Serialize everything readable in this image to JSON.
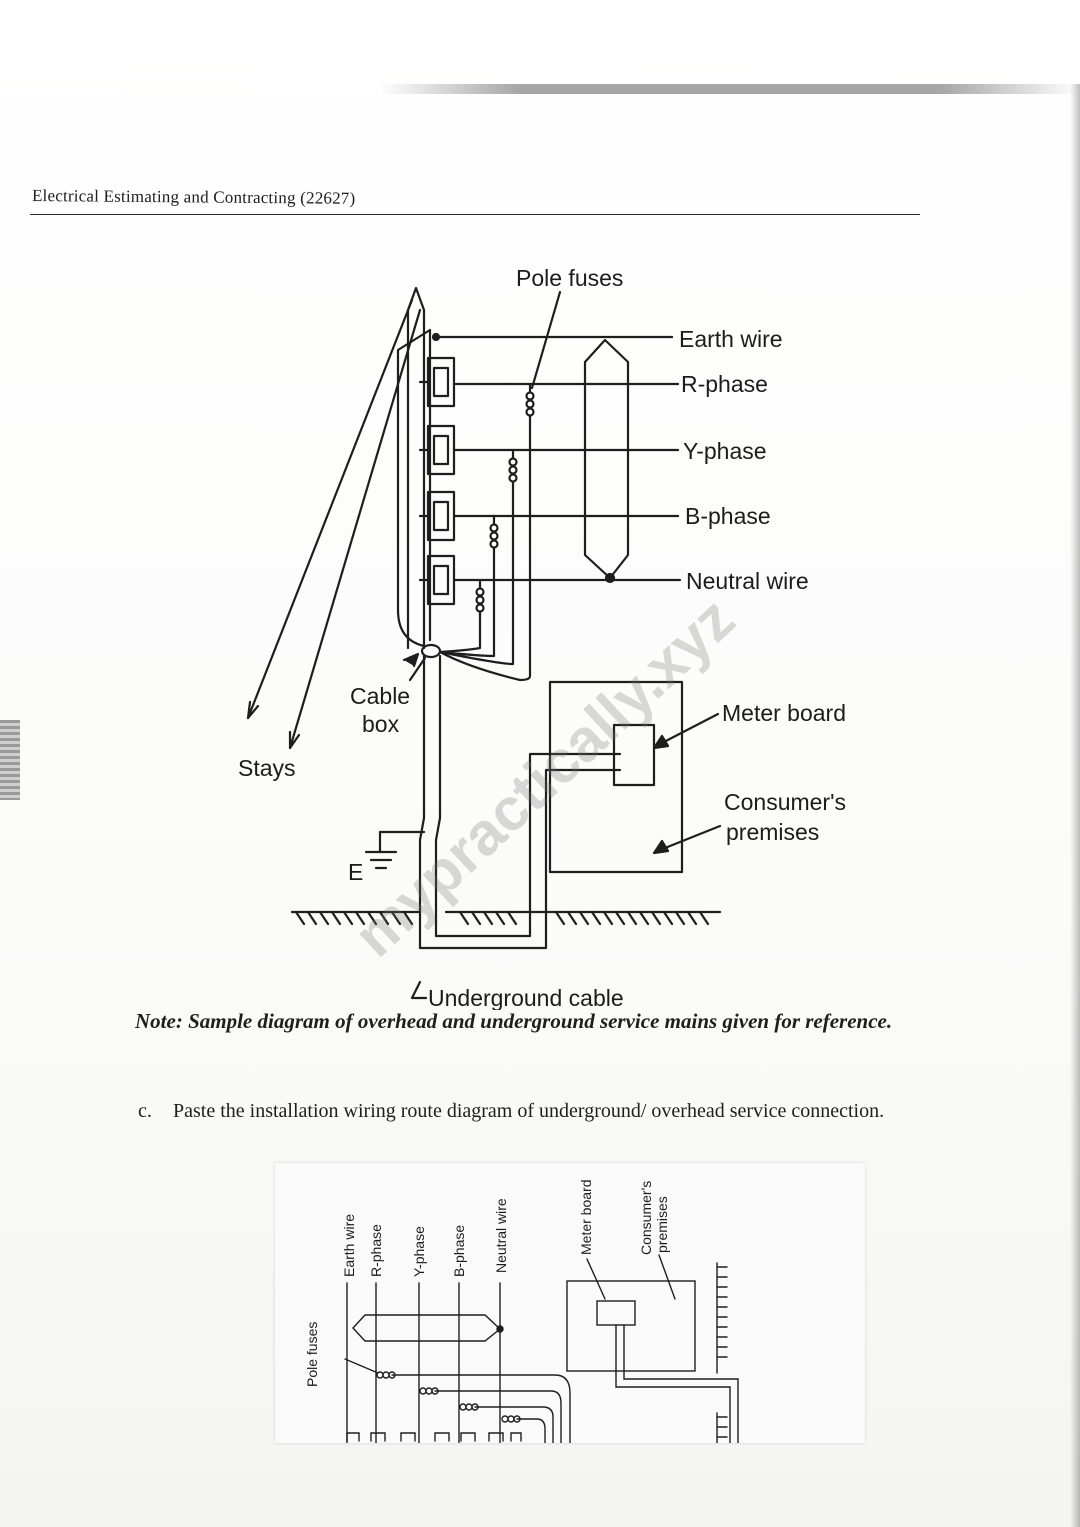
{
  "header": {
    "title": "Electrical Estimating and Contracting (22627)"
  },
  "figure1": {
    "labels": {
      "pole_fuses": "Pole fuses",
      "earth_wire": "Earth wire",
      "r_phase": "R-phase",
      "y_phase": "Y-phase",
      "b_phase": "B-phase",
      "neutral_wire": "Neutral wire",
      "cable_box_1": "Cable",
      "cable_box_2": "box",
      "meter_board": "Meter board",
      "consumers_1": "Consumer's",
      "consumers_2": "premises",
      "stays": "Stays",
      "earth": "E",
      "underground_cable": "Underground cable"
    },
    "watermark": "mypractically.xyz"
  },
  "note": "Note: Sample diagram of overhead and underground service mains given for reference.",
  "item_c": {
    "marker": "c.",
    "text": "Paste the installation wiring route diagram of underground/ overhead service connection."
  },
  "figure2": {
    "labels": {
      "earth_wire": "Earth wire",
      "r_phase": "R-phase",
      "y_phase": "Y-phase",
      "b_phase": "B-phase",
      "neutral_wire": "Neutral wire",
      "meter_board": "Meter board",
      "consumers_1": "Consumer's",
      "consumers_2": "premises",
      "pole_fuses": "Pole fuses"
    }
  }
}
